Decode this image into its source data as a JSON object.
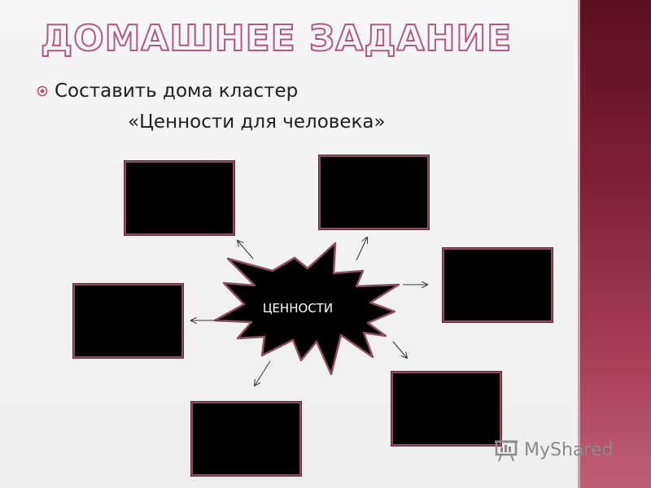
{
  "slide": {
    "title": "ДОМАШНЕЕ ЗАДАНИЕ",
    "bullet": "Составить дома кластер",
    "subline": "«Ценности для человека»",
    "center_label": "ЦЕННОСТИ",
    "watermark": "MyShared"
  },
  "colors": {
    "accent_band": "#7d1d36",
    "title_outline": "#b05a82",
    "box_fill": "#000000",
    "box_border": "#8a4d64"
  }
}
